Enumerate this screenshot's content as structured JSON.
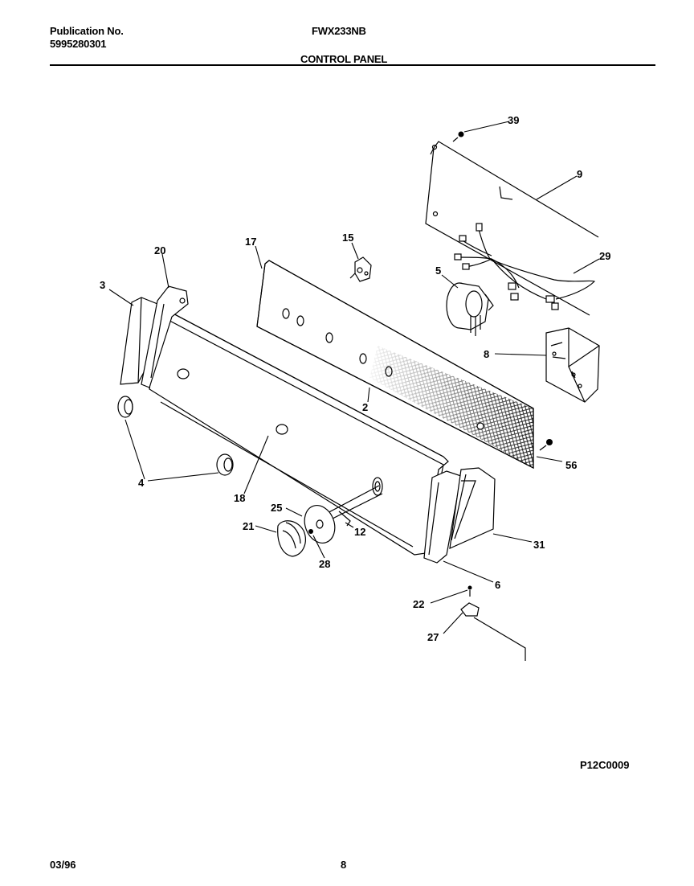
{
  "header": {
    "publication_label": "Publication No.",
    "publication_number": "5995280301",
    "model": "FWX233NB",
    "section_title": "CONTROL PANEL"
  },
  "diagram": {
    "callouts": [
      "39",
      "9",
      "29",
      "5",
      "15",
      "17",
      "20",
      "3",
      "8",
      "2",
      "56",
      "4",
      "18",
      "25",
      "21",
      "12",
      "28",
      "31",
      "6",
      "22",
      "27"
    ],
    "figure_code": "P12C0009"
  },
  "footer": {
    "date": "03/96",
    "page": "8"
  }
}
